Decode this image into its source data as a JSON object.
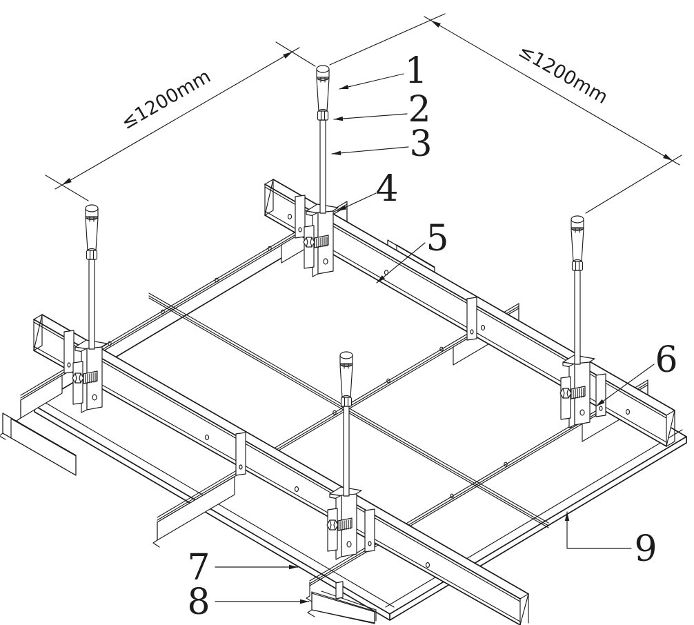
{
  "drawing": {
    "type": "suspended-ceiling-grid-installation-diagram",
    "line_color": "#1c1c1c",
    "background": "#ffffff"
  },
  "dimensions": {
    "left": {
      "label": "≤1200mm"
    },
    "right": {
      "label": "≤1200mm"
    }
  },
  "callouts": {
    "c1": {
      "label": "1"
    },
    "c2": {
      "label": "2"
    },
    "c3": {
      "label": "3"
    },
    "c4": {
      "label": "4"
    },
    "c5": {
      "label": "5"
    },
    "c6": {
      "label": "6"
    },
    "c7": {
      "label": "7"
    },
    "c8": {
      "label": "8"
    },
    "c9": {
      "label": "9"
    }
  }
}
